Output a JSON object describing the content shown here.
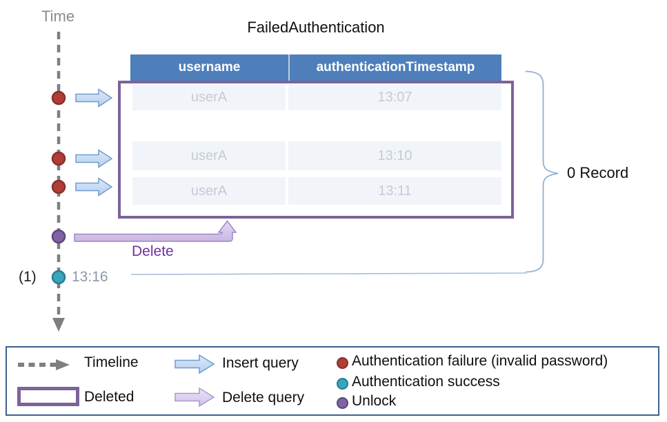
{
  "colors": {
    "header_blue": "#4e7fbb",
    "deleted_purple": "#7d6299",
    "failure_red": "#b23c38",
    "success_teal": "#39a5bb",
    "unlock_purple": "#7f63a2",
    "insert_arrow_blue": "#bad3f1",
    "delete_arrow_lavender": "#d4c5eb",
    "delete_text_purple": "#7030a0",
    "brace_blue": "#93afd1",
    "timeline_gray": "#7f7f7f"
  },
  "diagram": {
    "time_label": "Time",
    "table": {
      "title": "FailedAuthentication",
      "columns": [
        "username",
        "authenticationTimestamp"
      ],
      "rows": [
        {
          "username": "userA",
          "timestamp": "13:07"
        },
        {
          "username": "userA",
          "timestamp": "13:10"
        },
        {
          "username": "userA",
          "timestamp": "13:11"
        }
      ]
    },
    "delete_label": "Delete",
    "step_marker": "(1)",
    "success_timestamp": "13:16",
    "record_count": "0 Record"
  },
  "legend": {
    "timeline": "Timeline",
    "deleted": "Deleted",
    "insert_query": "Insert query",
    "delete_query": "Delete query",
    "auth_failure": "Authentication failure (invalid password)",
    "auth_success": "Authentication success",
    "unlock": "Unlock"
  }
}
